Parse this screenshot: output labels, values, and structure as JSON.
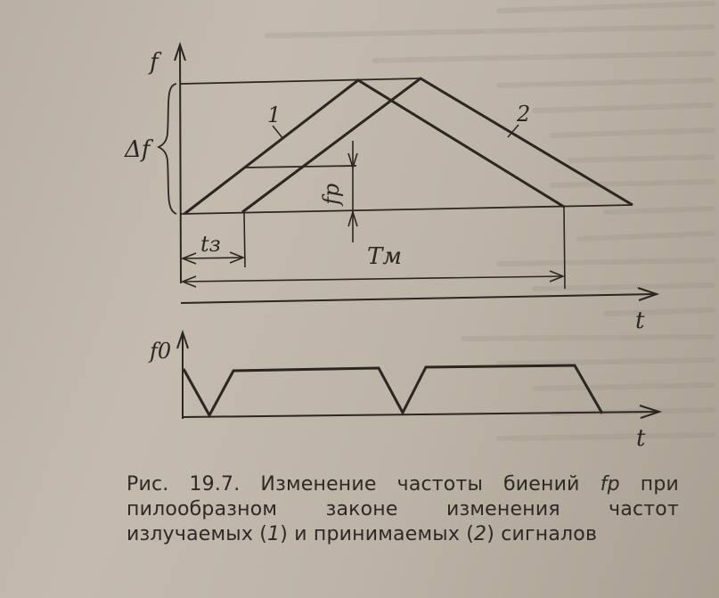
{
  "diagram": {
    "axis_f_label": "f",
    "axis_t_label": "t",
    "delta_f_label": "Δf",
    "curve1_label": "1",
    "curve2_label": "2",
    "fr_label": "fр",
    "tz_label": "tз",
    "tm_label": "Тм",
    "f0_label": "f0",
    "axis_t2_label": "t"
  },
  "caption": {
    "prefix": "Рис. 19.7. Изменение частоты биений",
    "symbol": "fр",
    "part2": "при пилообразном законе изменения частот излучаемых (",
    "n1": "1",
    "part3": ") и принимаемых (",
    "n2": "2",
    "part4": ") сигналов"
  },
  "colors": {
    "ink": "#2b2622",
    "paper": "#bdb4a7"
  }
}
